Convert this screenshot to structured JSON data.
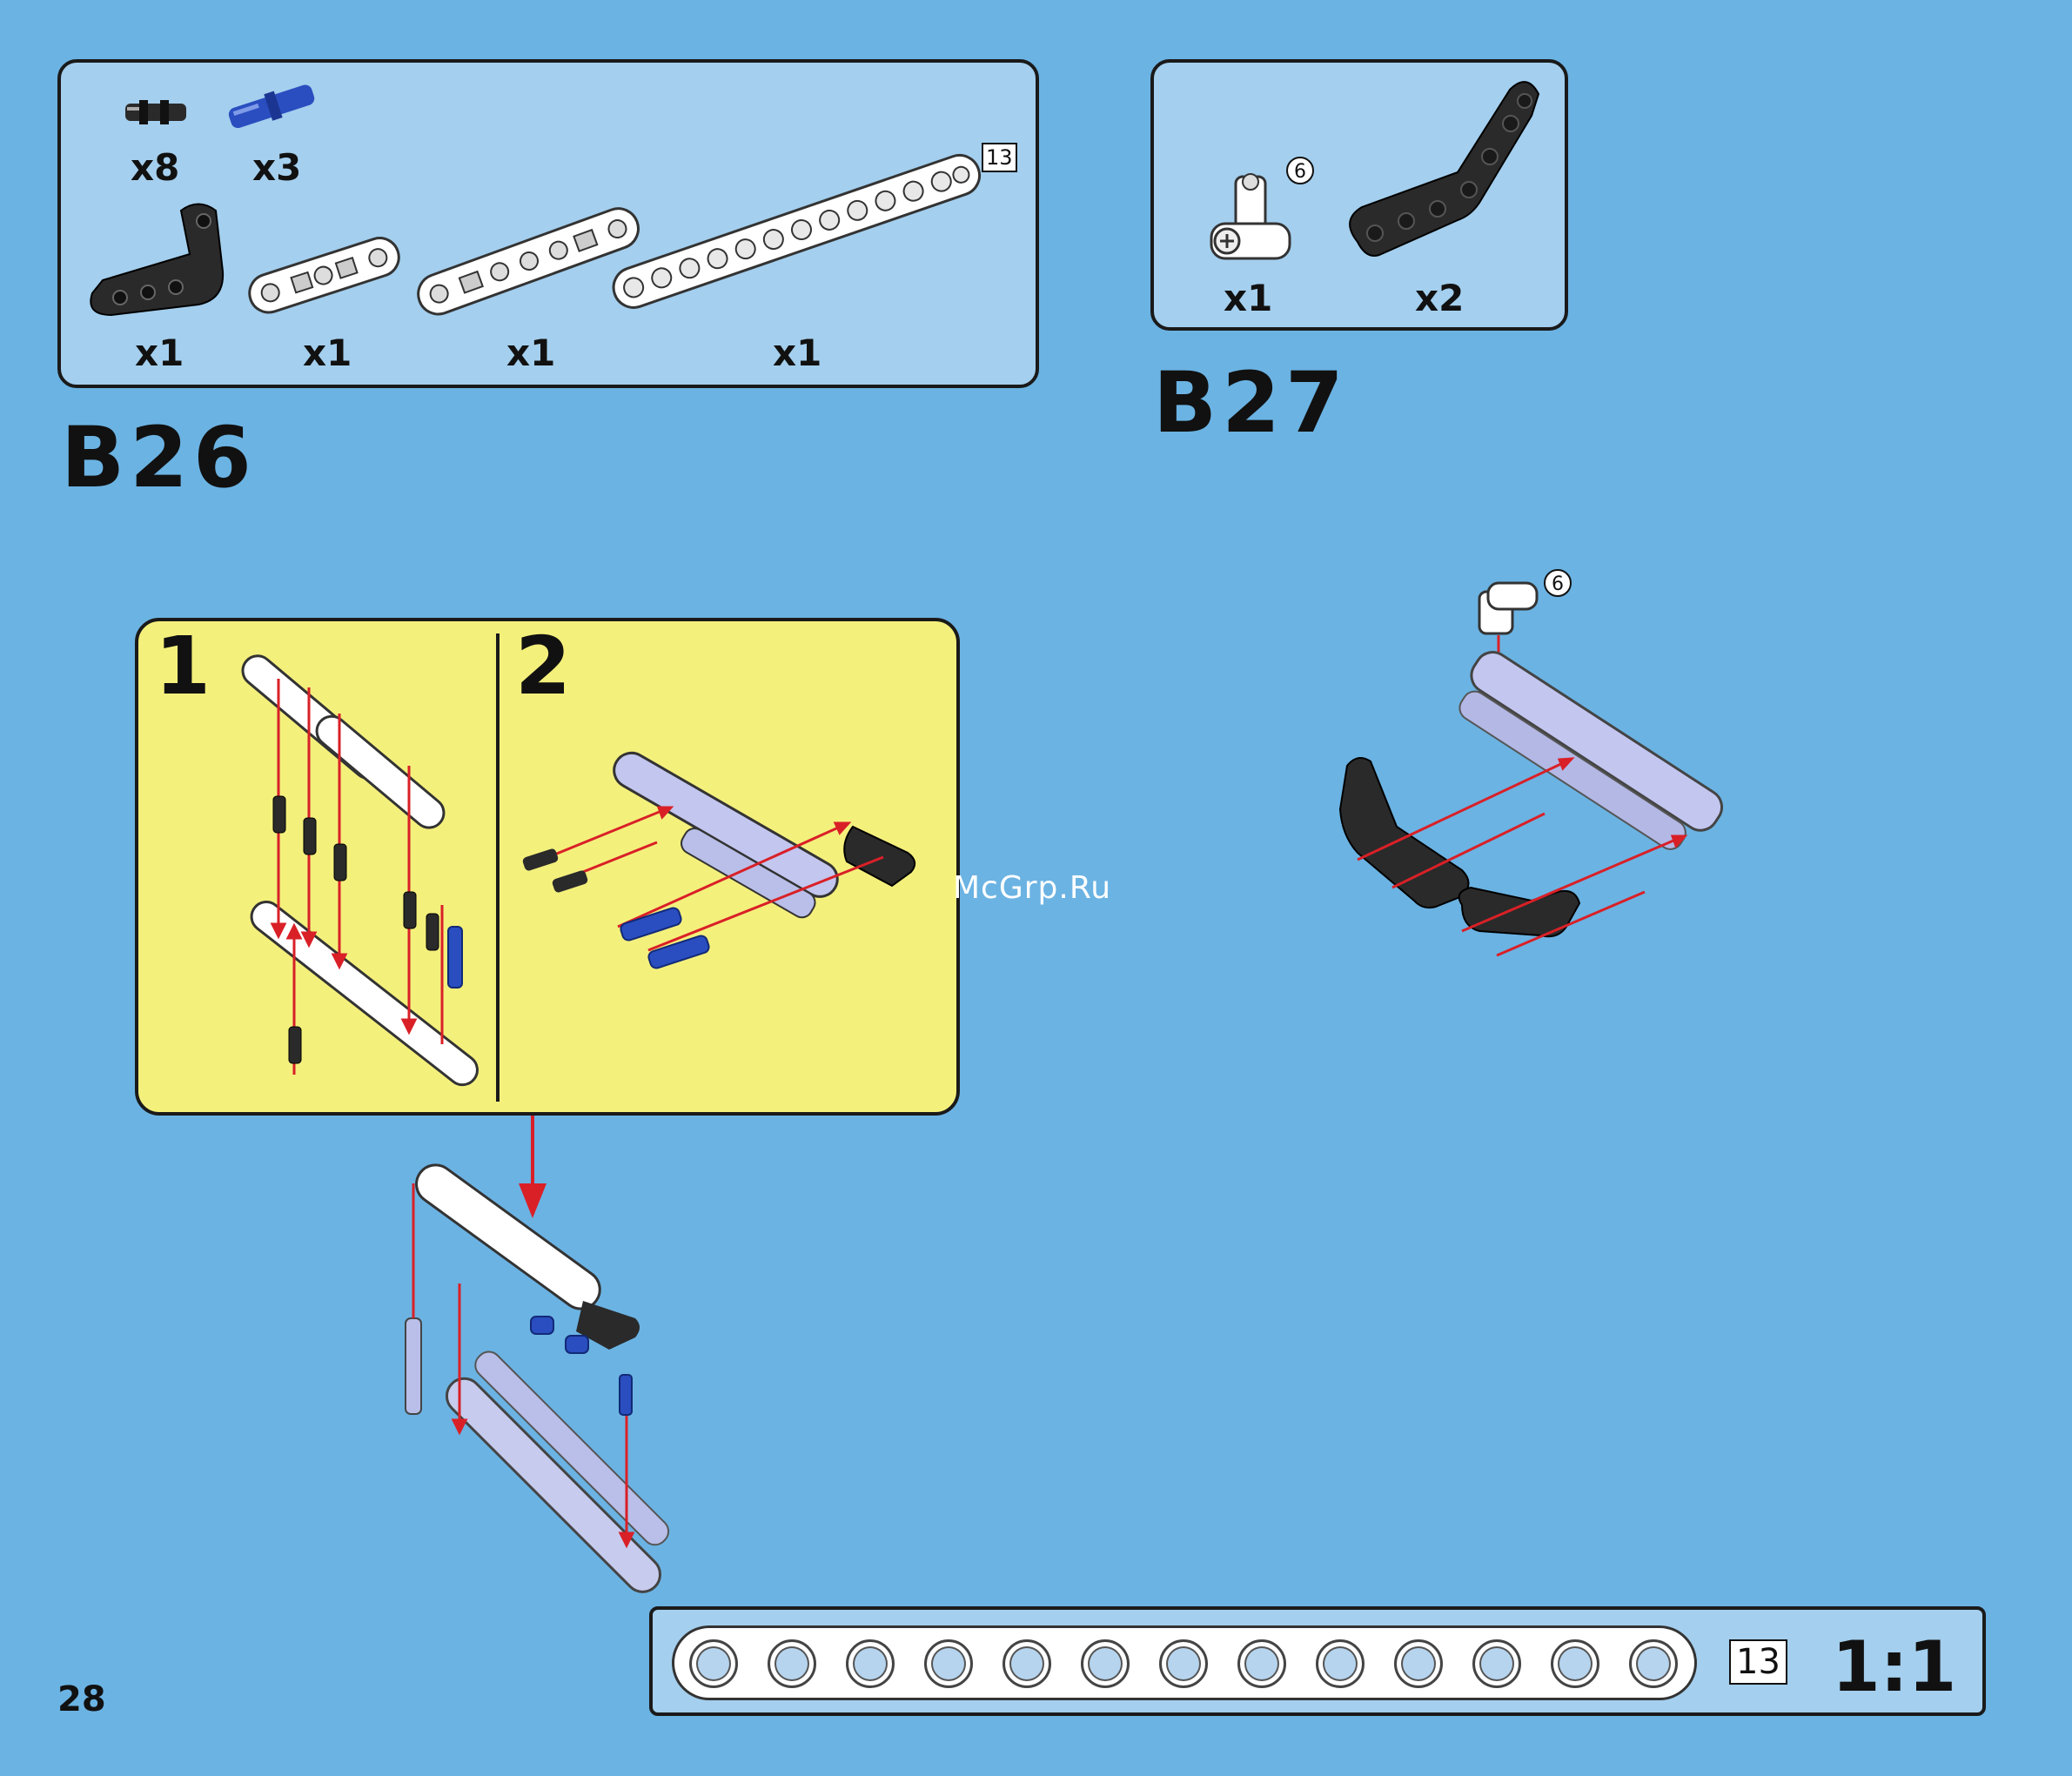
{
  "page": {
    "number": "28",
    "watermark": "McGrp.Ru"
  },
  "steps": {
    "b26": {
      "label": "B26",
      "parts": [
        {
          "icon": "black-pin-icon",
          "qty": "x8"
        },
        {
          "icon": "blue-axle-pin-icon",
          "qty": "x3"
        },
        {
          "icon": "black-angled-beam-icon",
          "qty": "x1"
        },
        {
          "icon": "white-thin-beam-5-icon",
          "qty": "x1"
        },
        {
          "icon": "white-thin-beam-7-icon",
          "qty": "x1"
        },
        {
          "icon": "white-beam-13-icon",
          "qty": "x1",
          "length": "13"
        }
      ]
    },
    "b27": {
      "label": "B27",
      "parts": [
        {
          "icon": "white-axle-connector-icon",
          "qty": "x1",
          "length": "6"
        },
        {
          "icon": "black-bent-beam-icon",
          "qty": "x2"
        }
      ],
      "connector_callout": "6"
    }
  },
  "substeps": {
    "first": "1",
    "second": "2"
  },
  "ruler": {
    "length": "13",
    "scale": "1:1",
    "holes": 13
  },
  "colors": {
    "background": "#6bb3e3",
    "parts_box": "#a4cfee",
    "substep_box": "#f4f07c",
    "arrow": "#d92027",
    "beam_white": "#ffffff",
    "beam_black": "#2a2a2a",
    "pin_blue": "#2a4ec0",
    "assembly_gray": "#b9bfe8"
  }
}
